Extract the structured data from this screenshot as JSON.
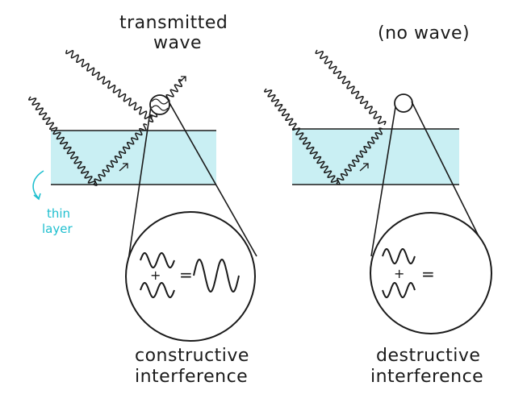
{
  "colors": {
    "layer_fill": "#c9eff3",
    "layer_label": "#1fbfcf",
    "ink": "#1a1a1a"
  },
  "left_panel": {
    "title_line1": "transmitted",
    "title_line2": "wave",
    "caption_line1": "constructive",
    "caption_line2": "interference",
    "equation_plus": "+",
    "equation_equals": "="
  },
  "right_panel": {
    "title": "(no wave)",
    "caption_line1": "destructive",
    "caption_line2": "interference",
    "equation_plus": "+",
    "equation_equals": "="
  },
  "layer_label": {
    "line1": "thin",
    "line2": "layer"
  }
}
